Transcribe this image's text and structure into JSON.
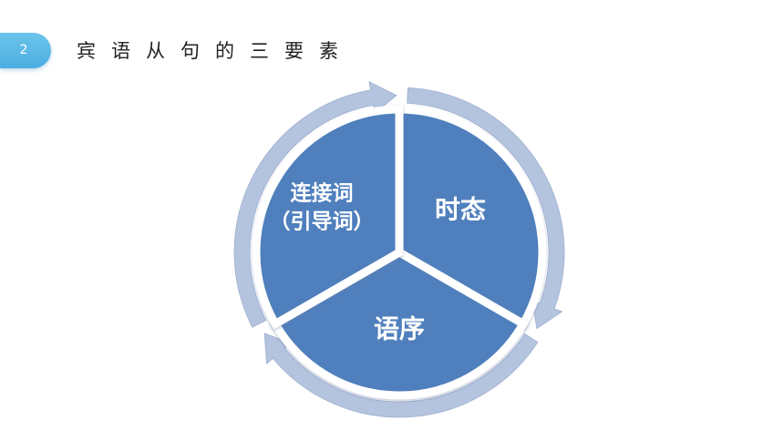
{
  "slide": {
    "page_number": "2",
    "title": "宾语从句的三要素"
  },
  "diagram": {
    "type": "cycle",
    "segments": [
      {
        "label_lines": [
          "时态"
        ]
      },
      {
        "label_lines": [
          "语序"
        ]
      },
      {
        "label_lines": [
          "连接词",
          "（引导词）"
        ]
      }
    ],
    "colors": {
      "segment_fill": "#4f7fbd",
      "ring_fill": "#b4c3de",
      "ring_shadow": "#9fb0cf"
    }
  }
}
